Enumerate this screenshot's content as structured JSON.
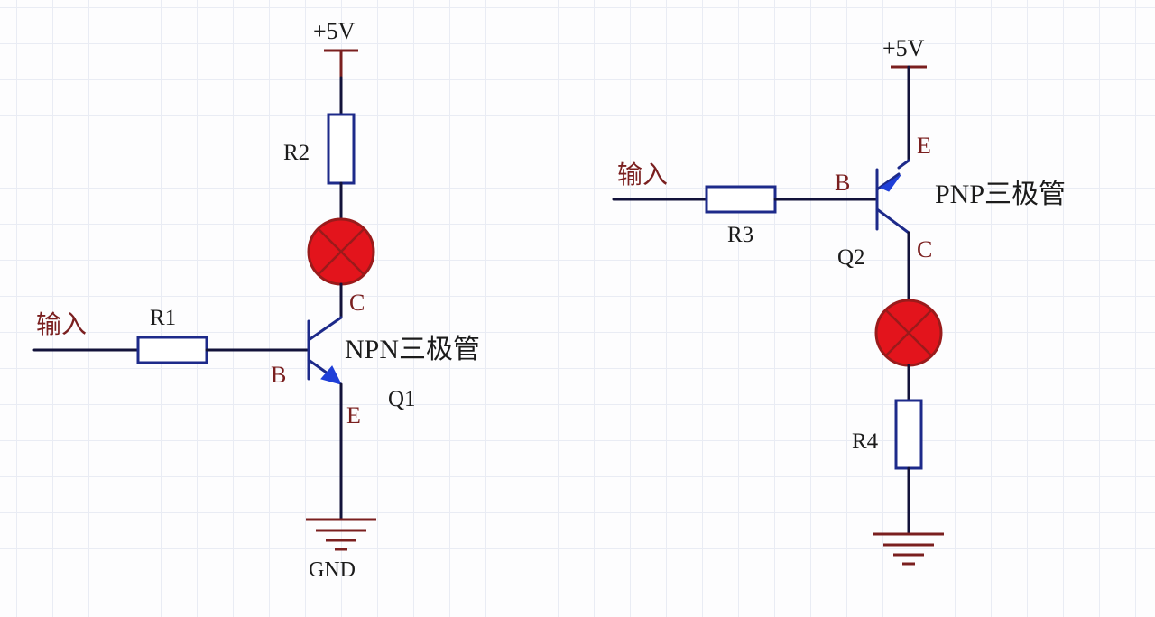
{
  "npn_circuit": {
    "supply_label": "+5V",
    "r_input_label": "R1",
    "r_load_label": "R2",
    "input_label": "输入",
    "pin_c": "C",
    "pin_b": "B",
    "pin_e": "E",
    "transistor_type": "NPN三极管",
    "transistor_ref": "Q1",
    "ground_label": "GND"
  },
  "pnp_circuit": {
    "supply_label": "+5V",
    "r_input_label": "R3",
    "r_load_label": "R4",
    "input_label": "输入",
    "pin_e": "E",
    "pin_b": "B",
    "pin_c": "C",
    "transistor_type": "PNP三极管",
    "transistor_ref": "Q2"
  },
  "colors": {
    "wire": "#12123a",
    "component_outline": "#1d2a8a",
    "arrow": "#1f3fd8",
    "lamp_fill": "#e3141c",
    "lamp_outline": "#9a1b1b",
    "power_ground": "#7a1f1f"
  }
}
